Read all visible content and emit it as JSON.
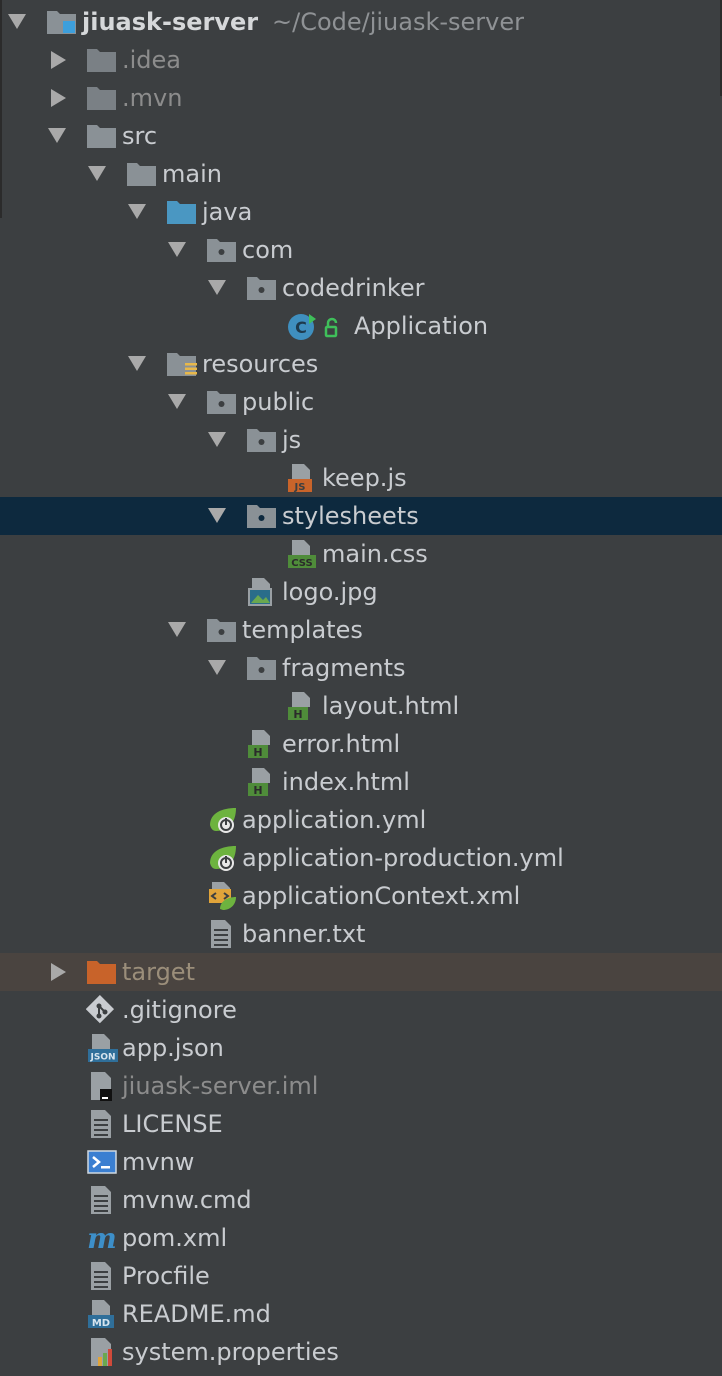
{
  "project": {
    "name": "jiuask-server",
    "path": "~/Code/jiuask-server"
  },
  "tree": {
    "idea": ".idea",
    "mvn": ".mvn",
    "src": "src",
    "main": "main",
    "java": "java",
    "com": "com",
    "codedrinker": "codedrinker",
    "application_class": "Application",
    "resources": "resources",
    "public": "public",
    "js": "js",
    "keep_js": "keep.js",
    "stylesheets": "stylesheets",
    "main_css": "main.css",
    "logo_jpg": "logo.jpg",
    "templates": "templates",
    "fragments": "fragments",
    "layout_html": "layout.html",
    "error_html": "error.html",
    "index_html": "index.html",
    "application_yml": "application.yml",
    "application_production_yml": "application-production.yml",
    "application_context_xml": "applicationContext.xml",
    "banner_txt": "banner.txt",
    "target": "target",
    "gitignore": ".gitignore",
    "app_json": "app.json",
    "iml": "jiuask-server.iml",
    "license": "LICENSE",
    "mvnw": "mvnw",
    "mvnw_cmd": "mvnw.cmd",
    "pom_xml": "pom.xml",
    "procfile": "Procfile",
    "readme": "README.md",
    "system_properties": "system.properties"
  },
  "icon_badges": {
    "js": "JS",
    "css": "CSS",
    "html": "H",
    "json": "JSON",
    "md": "MD",
    "class": "C",
    "maven": "m"
  },
  "colors": {
    "background": "#3c3f41",
    "selected_row": "#0d293e",
    "excluded_row": "#4a4440",
    "folder_gray": "#8a9196",
    "folder_blue": "#4a97c2",
    "folder_orange": "#c8632a",
    "spring_green": "#6db33f"
  }
}
